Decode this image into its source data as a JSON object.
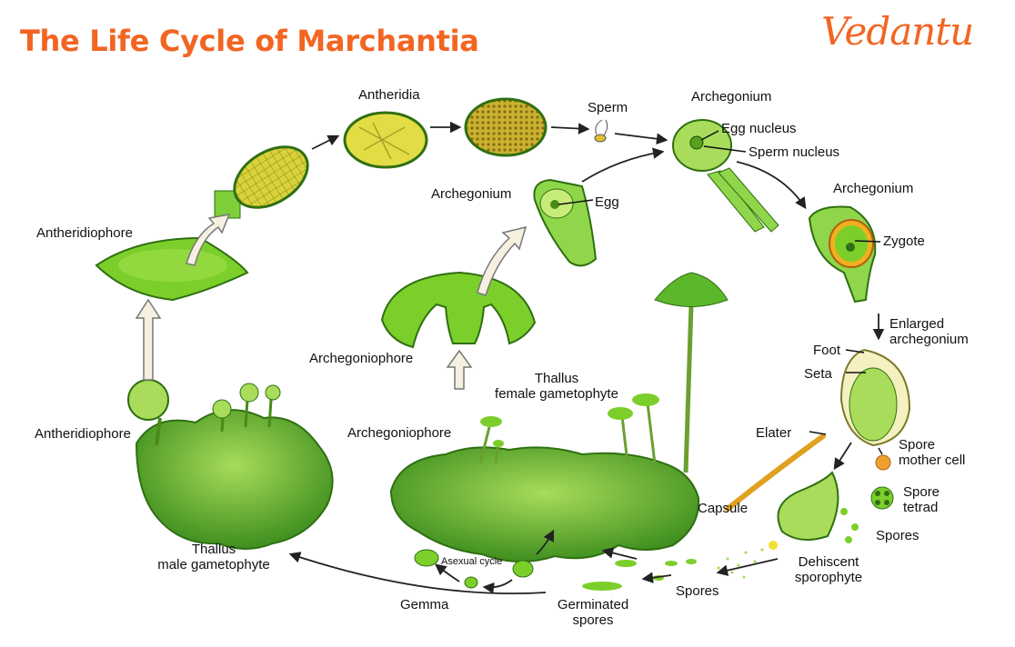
{
  "title": "The Life Cycle of Marchantia",
  "logo": "Vedantu",
  "colors": {
    "brand": "#f26522",
    "plant_green": "#5cb82a",
    "light_green": "#a8dc5a",
    "yellow": "#d8d640",
    "arrow": "#222222"
  },
  "labels": {
    "antheridia": "Antheridia",
    "sperm": "Sperm",
    "archegonium_top": "Archegonium",
    "egg_nucleus": "Egg nucleus",
    "sperm_nucleus": "Sperm nucleus",
    "archegonium_egg": "Archegonium",
    "egg": "Egg",
    "archegonium_zygote": "Archegonium",
    "zygote": "Zygote",
    "antheridiophore_upper": "Antheridiophore",
    "archegoniophore_upper": "Archegoniophore",
    "thallus_female": "Thallus\nfemale gametophyte",
    "antheridiophore_lower": "Antheridiophore",
    "archegoniophore_lower": "Archegoniophore",
    "enlarged_archegonium": "Enlarged\narchegonium",
    "foot": "Foot",
    "seta": "Seta",
    "elater": "Elater",
    "spore_mother_cell": "Spore\nmother cell",
    "spore_tetrad": "Spore\ntetrad",
    "capsule": "Capsule",
    "spores_right": "Spores",
    "dehiscent_sporophyte": "Dehiscent\nsporophyte",
    "thallus_male": "Thallus\nmale gametophyte",
    "asexual_cycle": "Asexual cycle",
    "gemma": "Gemma",
    "spores_bottom": "Spores",
    "germinated_spores": "Germinated\nspores"
  }
}
